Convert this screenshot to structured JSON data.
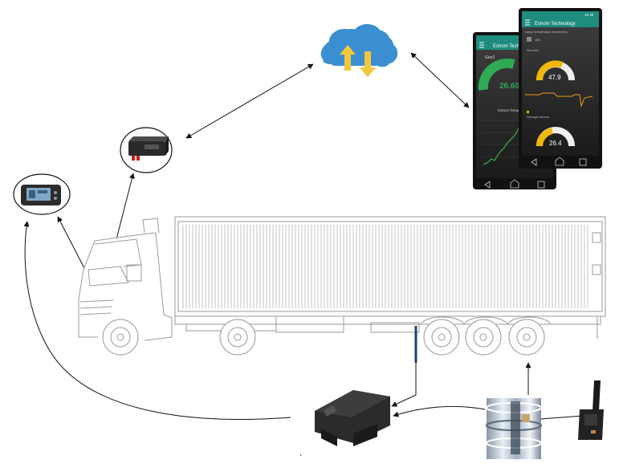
{
  "colors": {
    "cloud": "#3b8fd0",
    "cloud_arrows": "#f3c73a",
    "phone_header": "#1e8c7e",
    "phone_screen": "#2a2a2a",
    "gauge_fill": "#f2b705",
    "gauge_green": "#2eaa55",
    "truck_line": "#9a9a9a",
    "connector": "#1f3f7a",
    "arrow": "#111111"
  },
  "icons": [
    "cloud-icon",
    "upload-arrow-icon",
    "download-arrow-icon",
    "menu-icon",
    "back-icon",
    "home-icon",
    "recent-apps-icon"
  ],
  "phone_back": {
    "app_title": "Eshom Technol",
    "menu_label": "Gen2",
    "gauge_value": "26.60",
    "chart_title": "Extract Temp"
  },
  "phone_front": {
    "status_time": "12:30",
    "app_title": "Eshom Technology",
    "subtitle": "cargo temperature monitoring",
    "item_label": "100",
    "section_a": "Gen-Info",
    "gauge_top_value": "47.9",
    "section_b": "Storage volume",
    "gauge_bottom_value": "26.4"
  }
}
